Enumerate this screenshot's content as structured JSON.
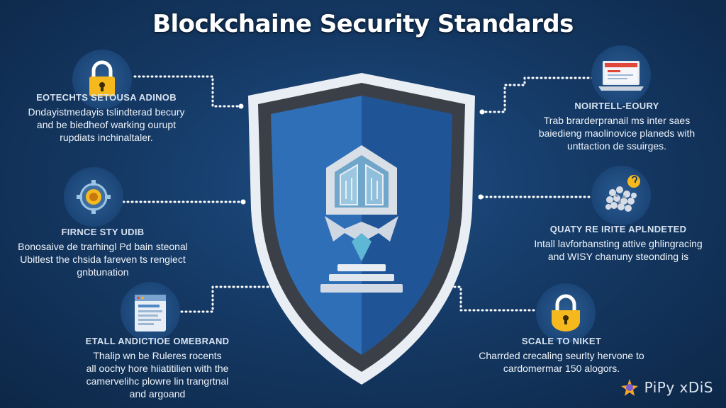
{
  "title": "Blockchaine Security Standards",
  "blocks": {
    "left_top": {
      "heading": "EOTECHTS SETOUSA ADINOB",
      "lines": [
        "Dndayistmedayis tslindterad becury",
        "and be biedheof warking ourupt",
        "rupdiats inchinaltaler."
      ],
      "icon": "padlock-icon"
    },
    "left_mid": {
      "heading": "FIRNCE STY UDIB",
      "lines": [
        "Bonosaive de trarhingl Pd bain steonal",
        "Ubitlest the chsida fareven ts rengiect",
        "gnbtunation"
      ],
      "icon": "gear-coin-icon"
    },
    "left_bottom": {
      "heading": "ETALL ANDICTIOE OMEBRAND",
      "lines": [
        "Thalip wn be Ruleres rocents",
        "all oochy hore hiiatitilien with the",
        "camervelihc plowre lin trangrtnal",
        "and argoand"
      ],
      "icon": "document-icon"
    },
    "right_top": {
      "heading": "NOIRTELL-EOURY",
      "lines": [
        "Trab brarderpranail ms inter saes",
        "baiedieng maolinovice planeds with",
        "unttaction de ssuirges."
      ],
      "icon": "laptop-icon"
    },
    "right_mid": {
      "heading": "QUATY RE IRITE APLNDETED",
      "lines": [
        "Intall lavforbansting attive ghlingracing",
        "and WISY chanuny steonding is"
      ],
      "icon": "data-nodes-icon"
    },
    "right_bottom": {
      "heading": "SCALE TO NIKET",
      "lines": [
        "Charrded crecaling seurlty hervone to",
        "cardomermar 150 alogors."
      ],
      "icon": "padlock-icon"
    }
  },
  "brand": {
    "text": "PiPy xDiS",
    "icon": "brand-logo-icon"
  },
  "colors": {
    "background": "#153a66",
    "shield_blue": "#2f6fb8",
    "shield_rim": "#3a3f48",
    "shield_edge": "#e9eef4",
    "accent_gold": "#f5b91e",
    "accent_red": "#e0463a"
  }
}
